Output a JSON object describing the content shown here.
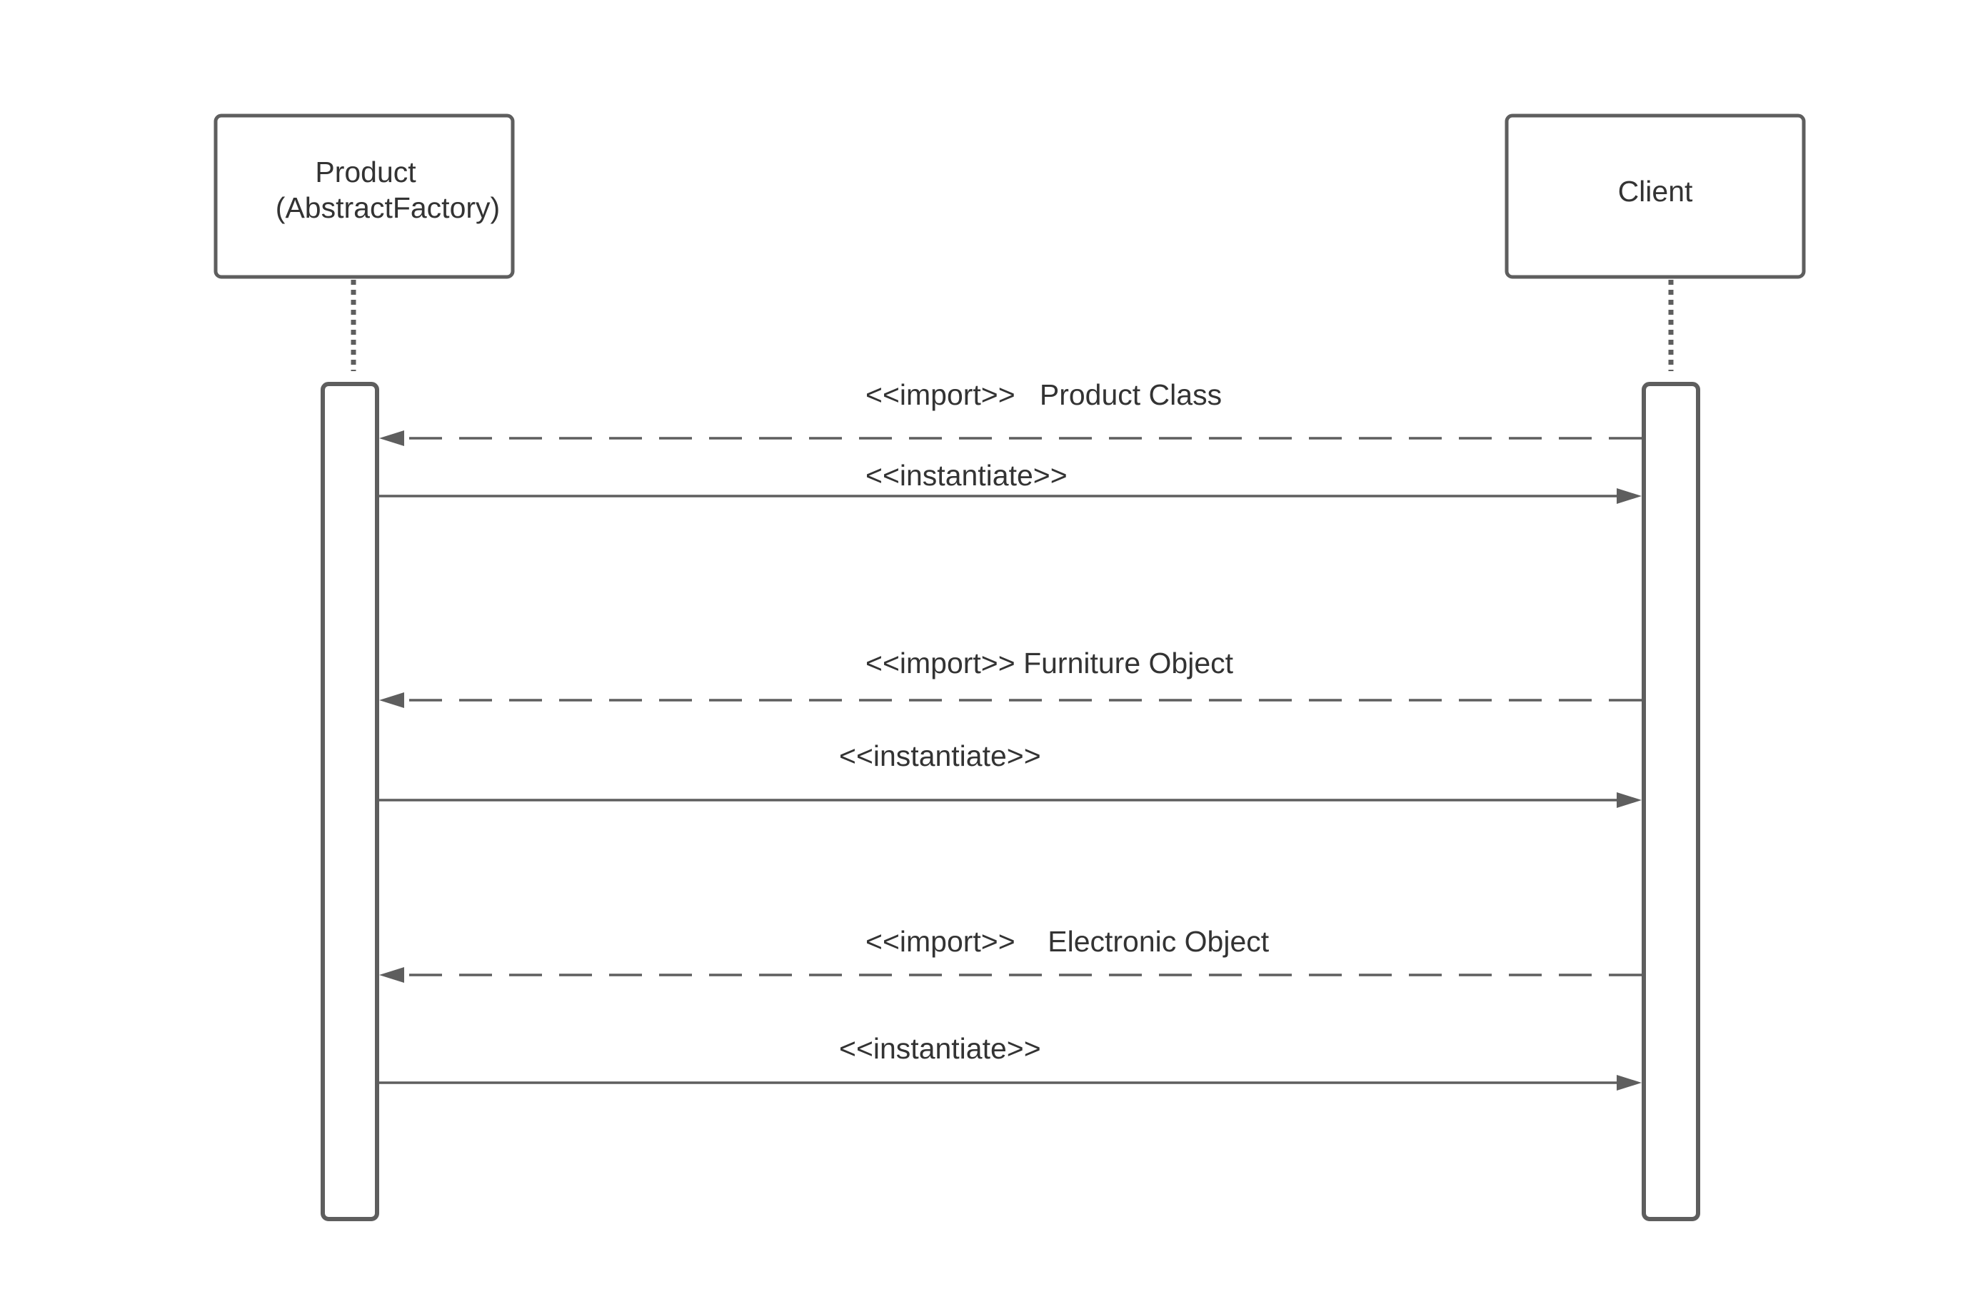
{
  "participants": [
    {
      "id": "product",
      "lines": [
        "Product",
        "(AbstractFactory)"
      ]
    },
    {
      "id": "client",
      "lines": [
        "Client"
      ]
    }
  ],
  "messages": [
    {
      "label": "<<import>>   Product Class",
      "from": "client",
      "to": "product",
      "style": "dashed",
      "kind": "import"
    },
    {
      "label": "<<instantiate>>",
      "from": "product",
      "to": "client",
      "style": "solid",
      "kind": "instantiate"
    },
    {
      "label": "<<import>> Furniture Object",
      "from": "client",
      "to": "product",
      "style": "dashed",
      "kind": "import"
    },
    {
      "label": "<<instantiate>>",
      "from": "product",
      "to": "client",
      "style": "solid",
      "kind": "instantiate"
    },
    {
      "label": "<<import>>    Electronic Object",
      "from": "client",
      "to": "product",
      "style": "dashed",
      "kind": "import"
    },
    {
      "label": "<<instantiate>>",
      "from": "product",
      "to": "client",
      "style": "solid",
      "kind": "instantiate"
    }
  ],
  "colors": {
    "stroke": "#5e5e5e",
    "text": "#333333",
    "background": "#ffffff"
  }
}
